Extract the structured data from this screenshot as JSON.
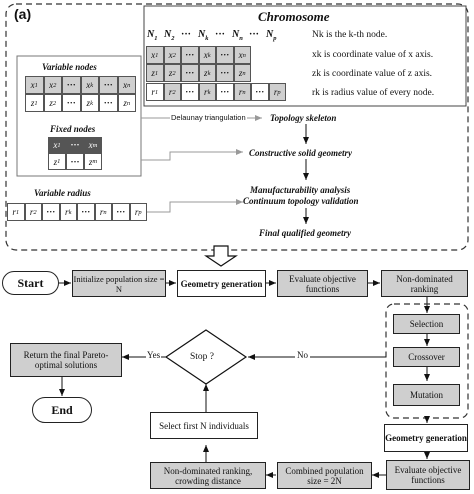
{
  "panel_label": "(a)",
  "chromosome": {
    "title": "Chromosome",
    "header_nodes": [
      "N1",
      "N2",
      "···",
      "Nk",
      "···",
      "Nn",
      "···",
      "Np"
    ],
    "rows": [
      [
        "x1",
        "x2",
        "···",
        "xk",
        "···",
        "xn"
      ],
      [
        "z1",
        "z2",
        "···",
        "zk",
        "···",
        "zn"
      ],
      [
        "r1",
        "r2",
        "···",
        "rk",
        "···",
        "rn",
        "···",
        "rp"
      ]
    ],
    "notes": [
      "Nk is the k-th node.",
      "xk is coordinate value of x axis.",
      "zk is coordinate value of z axis.",
      "rk is radius value of every node."
    ]
  },
  "variable_nodes": {
    "title": "Variable nodes",
    "rows": [
      [
        "x1",
        "x2",
        "···",
        "xk",
        "···",
        "xn"
      ],
      [
        "z1",
        "z2",
        "···",
        "zk",
        "···",
        "zn"
      ]
    ]
  },
  "fixed_nodes": {
    "title": "Fixed nodes",
    "rows": [
      [
        "x1",
        "···",
        "xm"
      ],
      [
        "z1",
        "···",
        "zm"
      ]
    ]
  },
  "variable_radius": {
    "title": "Variable radius",
    "row": [
      "r1",
      "r2",
      "···",
      "rk",
      "···",
      "rn",
      "···",
      "rp"
    ]
  },
  "pipeline": {
    "delaunay_label": "Delaunay triangulation",
    "topology": "Topology skeleton",
    "csg": "Constructive solid geometry",
    "manufacturability": "Manufacturability analysis",
    "continuum": "Continuum topology validation",
    "final": "Final qualified geometry"
  },
  "flow": {
    "start": "Start",
    "init": "Initialize population size = N",
    "geom1": "Geometry generation",
    "evaluate1": "Evaluate objective functions",
    "nondominated": "Non-dominated ranking",
    "selection": "Selection",
    "crossover": "Crossover",
    "mutation": "Mutation",
    "geom2": "Geometry generation",
    "evaluate2": "Evaluate objective functions",
    "combined": "Combined population size = 2N",
    "ranking_crowding": "Non-dominated ranking, crowding distance",
    "select_first": "Select first N individuals",
    "stop": "Stop ?",
    "yes": "Yes",
    "no": "No",
    "return": "Return the final Pareto-optimal solutions",
    "end": "End"
  }
}
